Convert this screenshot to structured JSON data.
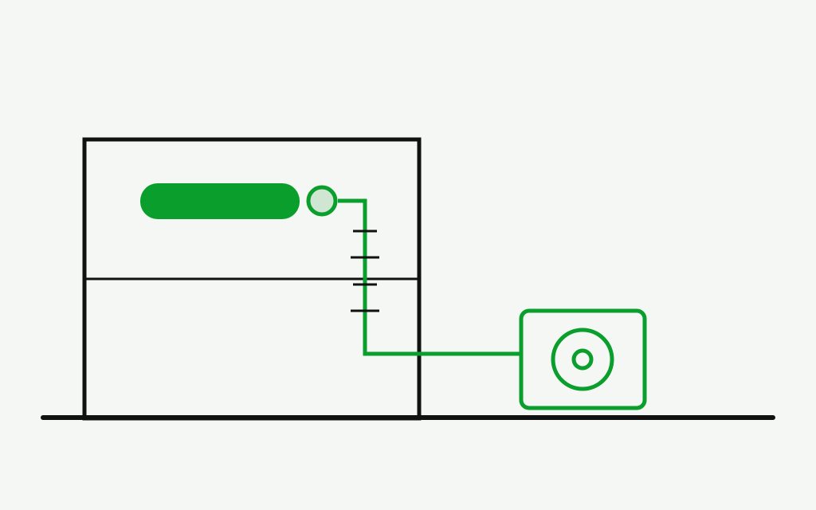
{
  "colors": {
    "background": "#f4f7f3",
    "ink": "#111111",
    "accent": "#0a9e2c",
    "accent_light": "#cfe6d2"
  },
  "diagram": {
    "components": [
      {
        "id": "building",
        "icon": "building-outline"
      },
      {
        "id": "floor-divider",
        "icon": "line"
      },
      {
        "id": "ground",
        "icon": "ground-line"
      },
      {
        "id": "indoor-unit",
        "icon": "indoor-unit-bar"
      },
      {
        "id": "connection-valve",
        "icon": "valve-circle"
      },
      {
        "id": "refrigerant-pipe",
        "icon": "pipe"
      },
      {
        "id": "wall-clips",
        "icon": "clip-marks",
        "count": 4
      },
      {
        "id": "outdoor-unit",
        "icon": "outdoor-fan-unit"
      }
    ]
  }
}
